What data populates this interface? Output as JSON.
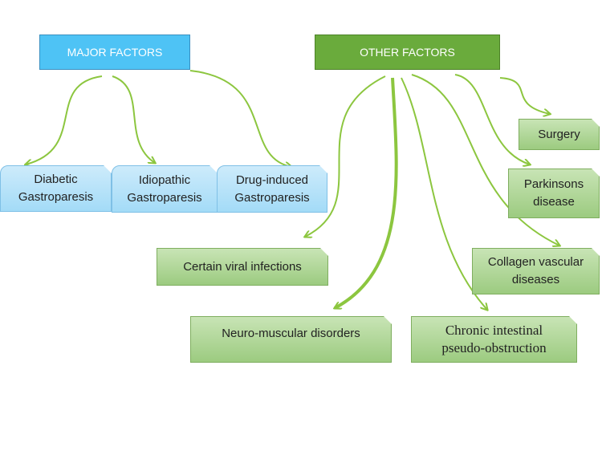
{
  "headers": {
    "major": "MAJOR FACTORS",
    "other": "OTHER FACTORS"
  },
  "major_factors": {
    "diabetic": "Diabetic\nGastroparesis",
    "idiopathic": "Idiopathic\nGastroparesis",
    "drug_induced": "Drug-induced\nGastroparesis"
  },
  "other_factors": {
    "surgery": "Surgery",
    "parkinsons": "Parkinsons\ndisease",
    "collagen": "Collagen vascular\ndiseases",
    "viral": "Certain viral infections",
    "neuromuscular": "Neuro-muscular disorders",
    "chronic": "Chronic intestinal\npseudo-obstruction"
  },
  "colors": {
    "major_header": "#4ec3f5",
    "other_header": "#6aab3c",
    "major_box": "#b8e2f9",
    "other_box": "#b3d89c",
    "arrow_major": "#8cc63f",
    "arrow_other": "#8cc63f"
  }
}
